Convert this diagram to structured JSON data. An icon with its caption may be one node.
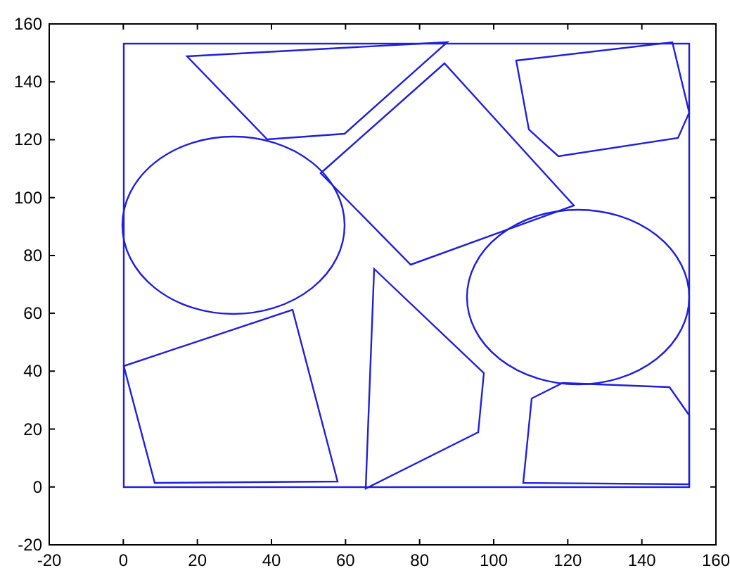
{
  "diagram": {
    "labels": [
      "160",
      "140",
      "120",
      "100",
      "80",
      "60",
      "40",
      "20",
      "0",
      "-20",
      "-20",
      "0",
      "20",
      "40",
      "60",
      "80",
      "100",
      "120",
      "140",
      "160"
    ]
  }
}
